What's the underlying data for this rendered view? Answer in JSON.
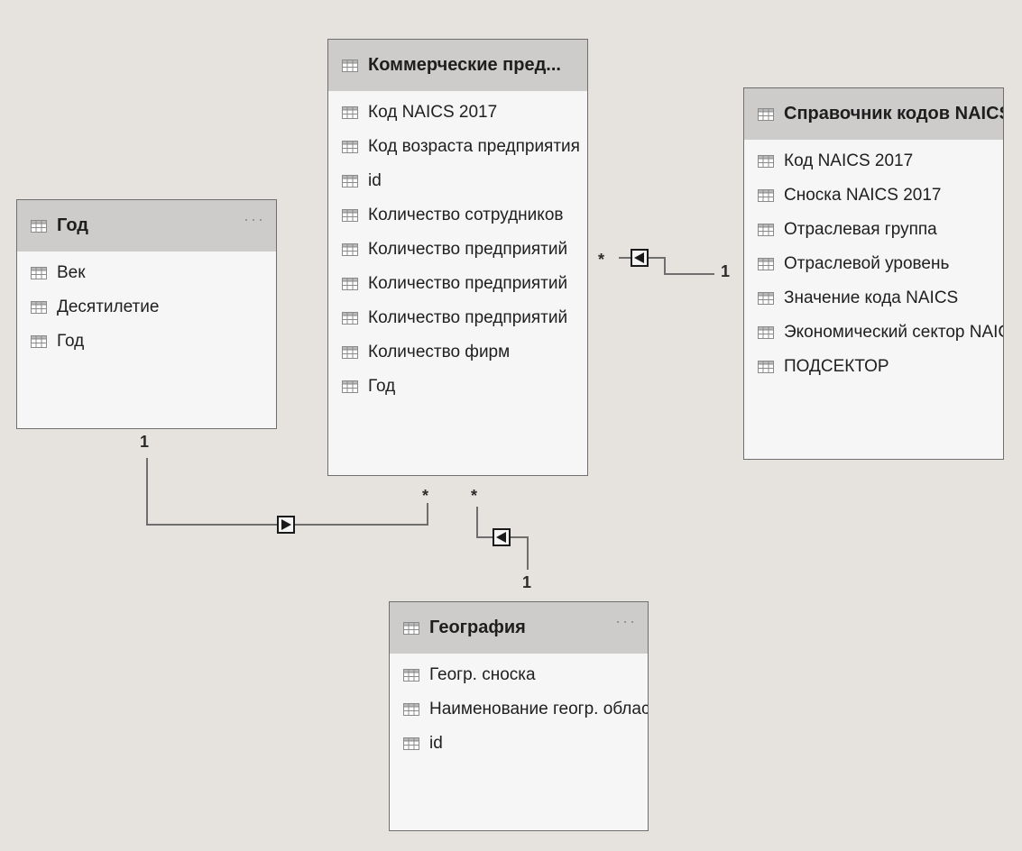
{
  "tables": {
    "year": {
      "title": "Год",
      "more": "···",
      "fields": [
        "Век",
        "Десятилетие",
        "Год"
      ]
    },
    "business": {
      "title": "Коммерческие пред...",
      "fields": [
        "Код NAICS 2017",
        "Код возраста предприятия",
        "id",
        "Количество сотрудников",
        "Количество предприятий",
        "Количество предприятий",
        "Количество предприятий",
        "Количество фирм",
        "Год"
      ]
    },
    "naics": {
      "title": "Справочник кодов NAICS",
      "fields": [
        "Код NAICS 2017",
        "Сноска NAICS 2017",
        "Отраслевая группа",
        "Отраслевой уровень",
        "Значение кода NAICS",
        "Экономический сектор NAICS",
        "ПОДСЕКТОР"
      ]
    },
    "geo": {
      "title": "География",
      "more": "···",
      "fields": [
        "Геогр. сноска",
        "Наименование геогр. области",
        "id"
      ]
    }
  },
  "relationships": {
    "year_business": {
      "one": "1",
      "many": "*"
    },
    "naics_business": {
      "one": "1",
      "many": "*"
    },
    "geo_business": {
      "one": "1",
      "many": "*"
    }
  },
  "colors": {
    "canvas": "#e6e3df",
    "card": "#f6f6f6",
    "header": "#cdcccb",
    "border": "#6f6f6f",
    "line": "#6e6e6e",
    "marker": "#1a1a1a"
  },
  "icons": {
    "table": "table-grid-icon",
    "field": "field-table-icon",
    "cross_filter": "filter-direction-icon"
  }
}
